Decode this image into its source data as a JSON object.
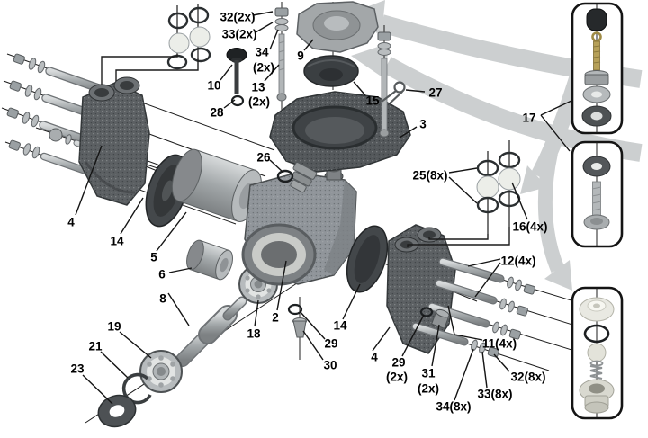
{
  "diagram": {
    "kind": "exploded-view parts diagram",
    "background": "#ffffff"
  },
  "colors": {
    "casting_dark": "#5c6063",
    "casting_mid": "#90959a",
    "metal_light": "#aeb2b4",
    "rubber_dark": "#3c4043",
    "arrow_gray": "#c7cacb",
    "leader_line": "#1a1a1a",
    "label_text": "#000000",
    "inset_border": "#141414",
    "brass": "#b09a52",
    "white_plastic": "#eceee9"
  },
  "icons": [
    {
      "name": "curved-direction-arrow",
      "count": 4,
      "color": "#c7cacb"
    },
    {
      "name": "inset-detail-panel",
      "count": 3
    }
  ],
  "labels": [
    {
      "text": "32(2x)"
    },
    {
      "text": "33(2x)"
    },
    {
      "text": "34"
    },
    {
      "text": "(2x)"
    },
    {
      "text": "10"
    },
    {
      "text": "13"
    },
    {
      "text": "(2x)"
    },
    {
      "text": "28"
    },
    {
      "text": "9"
    },
    {
      "text": "15"
    },
    {
      "text": "27"
    },
    {
      "text": "3"
    },
    {
      "text": "26"
    },
    {
      "text": "25(8x)"
    },
    {
      "text": "17"
    },
    {
      "text": "16(4x)"
    },
    {
      "text": "12(4x)"
    },
    {
      "text": "4"
    },
    {
      "text": "14"
    },
    {
      "text": "5"
    },
    {
      "text": "6"
    },
    {
      "text": "8"
    },
    {
      "text": "18"
    },
    {
      "text": "2"
    },
    {
      "text": "29"
    },
    {
      "text": "30"
    },
    {
      "text": "14"
    },
    {
      "text": "19"
    },
    {
      "text": "21"
    },
    {
      "text": "23"
    },
    {
      "text": "4"
    },
    {
      "text": "29"
    },
    {
      "text": "(2x)"
    },
    {
      "text": "31"
    },
    {
      "text": "(2x)"
    },
    {
      "text": "11(4x)"
    },
    {
      "text": "32(8x)"
    },
    {
      "text": "33(8x)"
    },
    {
      "text": "34(8x)"
    }
  ]
}
